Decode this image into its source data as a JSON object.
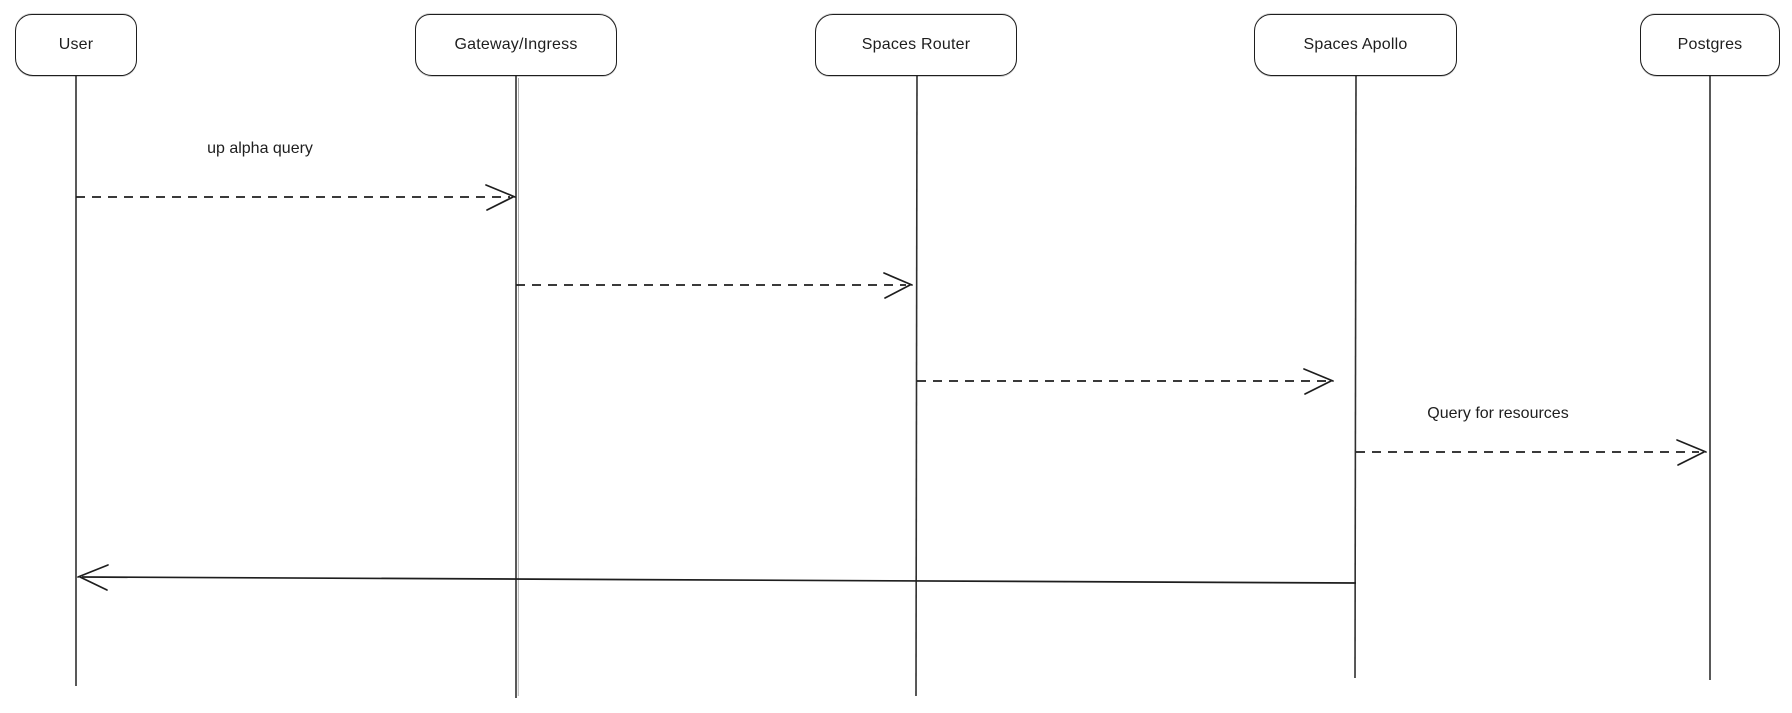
{
  "diagram": {
    "kind": "sequence-diagram",
    "style": "hand-drawn",
    "colors": {
      "stroke": "#1e1e1e",
      "background": "#ffffff"
    },
    "actors": [
      {
        "id": "user",
        "label": "User"
      },
      {
        "id": "gateway-ingress",
        "label": "Gateway/Ingress"
      },
      {
        "id": "spaces-router",
        "label": "Spaces Router"
      },
      {
        "id": "spaces-apollo",
        "label": "Spaces Apollo"
      },
      {
        "id": "postgres",
        "label": "Postgres"
      }
    ],
    "messages": [
      {
        "from": "User",
        "to": "Gateway/Ingress",
        "label": "up alpha query",
        "line": "dashed",
        "arrowhead": "open"
      },
      {
        "from": "Gateway/Ingress",
        "to": "Spaces Router",
        "label": "",
        "line": "dashed",
        "arrowhead": "open"
      },
      {
        "from": "Spaces Router",
        "to": "Spaces Apollo",
        "label": "",
        "line": "dashed",
        "arrowhead": "open"
      },
      {
        "from": "Spaces Apollo",
        "to": "Postgres",
        "label": "Query for resources",
        "line": "dashed",
        "arrowhead": "open"
      },
      {
        "from": "Spaces Apollo",
        "to": "User",
        "label": "",
        "line": "solid",
        "arrowhead": "open"
      }
    ]
  }
}
